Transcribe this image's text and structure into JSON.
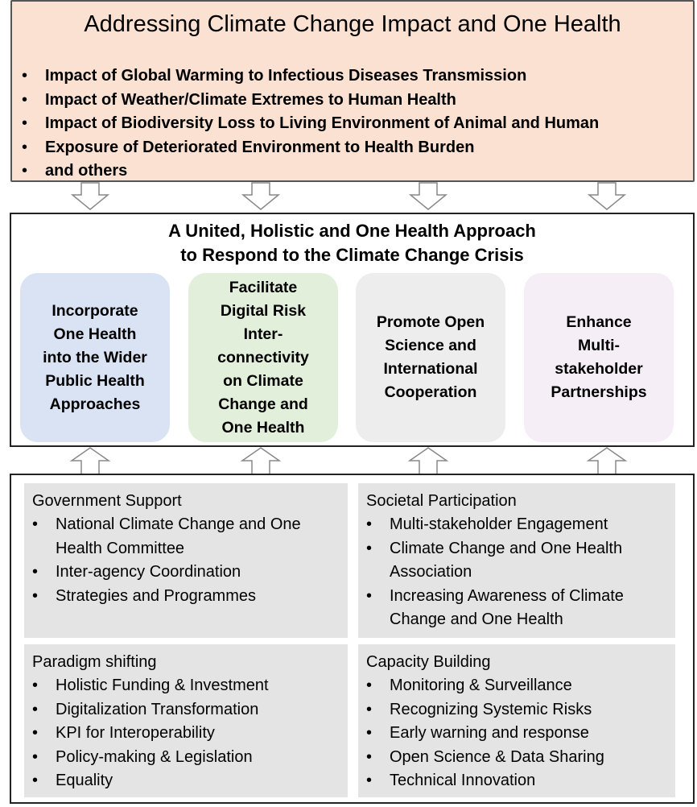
{
  "top": {
    "title": "Addressing Climate Change Impact and One Health",
    "bullets": [
      "Impact of Global Warming to Infectious Diseases Transmission",
      "Impact of Weather/Climate Extremes to Human Health",
      "Impact of Biodiversity Loss to Living Environment of Animal and Human",
      "Exposure of Deteriorated Environment to Health Burden",
      "and others"
    ]
  },
  "middle": {
    "title_line1": "A United, Holistic and One Health Approach",
    "title_line2": "to Respond to the Climate Change Crisis",
    "pillars": [
      {
        "lines": [
          "Incorporate",
          "One Health",
          "into the Wider",
          "Public Health",
          "Approaches"
        ],
        "color": "#dae3f3"
      },
      {
        "lines": [
          "Facilitate",
          "Digital Risk",
          "Inter-",
          "connectivity",
          "on Climate",
          "Change and",
          "One Health"
        ],
        "color": "#e2efda"
      },
      {
        "lines": [
          "Promote Open",
          "Science and",
          "International",
          "Cooperation"
        ],
        "color": "#ededed"
      },
      {
        "lines": [
          "Enhance",
          "Multi-",
          "stakeholder",
          "Partnerships"
        ],
        "color": "#f5eef7"
      }
    ]
  },
  "bottom": {
    "government": {
      "title": "Government Support",
      "items": [
        "National Climate Change and One Health Committee",
        "Inter-agency Coordination",
        "Strategies and Programmes"
      ]
    },
    "societal": {
      "title": "Societal Participation",
      "items": [
        "Multi-stakeholder Engagement",
        "Climate Change and One Health Association",
        "Increasing Awareness of Climate Change and One Health"
      ]
    },
    "paradigm": {
      "title": "Paradigm shifting",
      "items": [
        "Holistic Funding & Investment",
        "Digitalization Transformation",
        "KPI for Interoperability",
        "Policy-making & Legislation",
        "Equality"
      ]
    },
    "capacity": {
      "title": "Capacity Building",
      "items": [
        "Monitoring & Surveillance",
        "Recognizing Systemic Risks",
        "Early warning and response",
        "Open Science & Data Sharing",
        "Technical Innovation"
      ]
    }
  },
  "bullet_char": "•"
}
